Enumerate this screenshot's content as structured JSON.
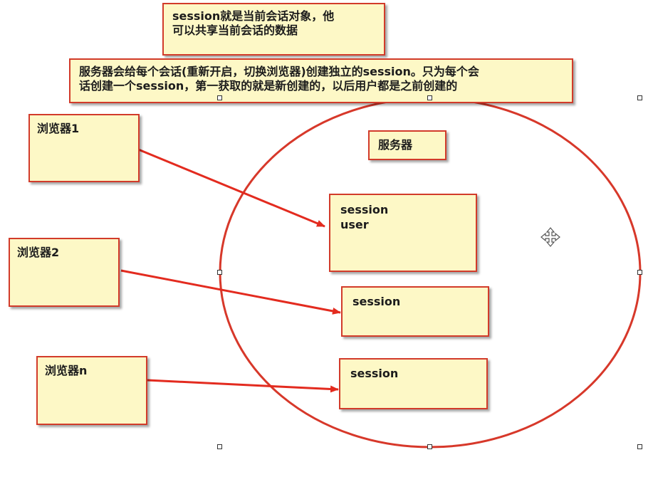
{
  "notes": {
    "session_note": "session就是当前会话对象，他\n可以共享当前会话的数据",
    "server_note": "服务器会给每个会话(重新开启，切换浏览器)创建独立的session。只为每个会\n话创建一个session，第一获取的就是新创建的，以后用户都是之前创建的"
  },
  "server": {
    "label": "服务器"
  },
  "browsers": [
    {
      "label": "浏览器1"
    },
    {
      "label": "浏览器2"
    },
    {
      "label": "浏览器n"
    }
  ],
  "sessions": [
    {
      "label": "session\nuser"
    },
    {
      "label": "session"
    },
    {
      "label": "session"
    }
  ],
  "colors": {
    "box_fill": "#fdf8c6",
    "border": "#d23b2a",
    "arrow": "#e32b1f"
  },
  "icons": {
    "move_cursor": "move-cursor-icon"
  }
}
